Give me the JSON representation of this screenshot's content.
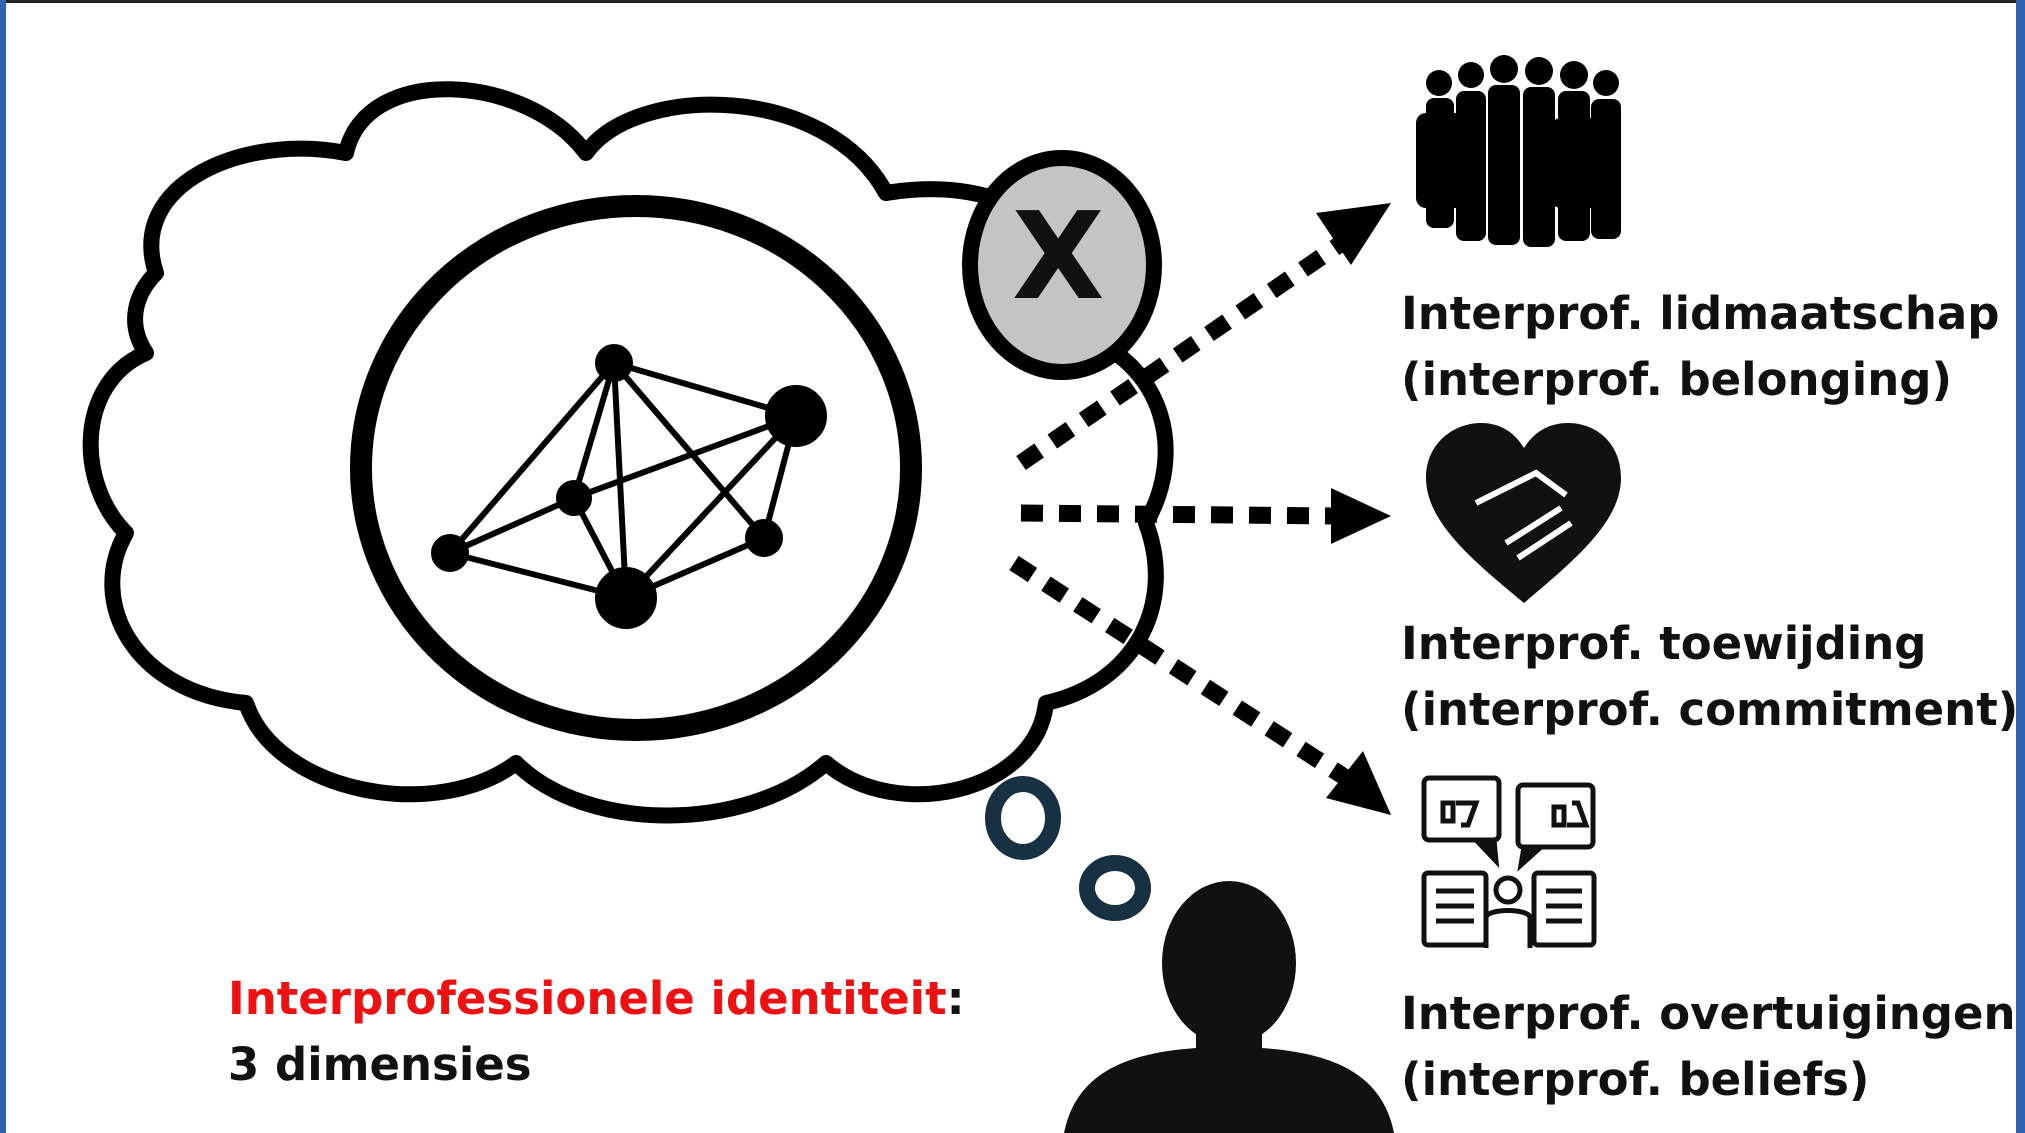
{
  "identity": {
    "title": "Interprofessionele identiteit",
    "colon": ":",
    "subtitle": "3 dimensies"
  },
  "dimensions": [
    {
      "label_nl": "Interprof. lidmaatschap",
      "label_en": "(interprof. belonging)",
      "icon": "group-of-people-icon"
    },
    {
      "label_nl": "Interprof. toewijding",
      "label_en": "(interprof. commitment)",
      "icon": "heart-handshake-icon"
    },
    {
      "label_nl": "Interprof. overtuigingen",
      "label_en": "(interprof. beliefs)",
      "icon": "opinions-feedback-icon"
    }
  ],
  "x_marker": "X",
  "colors": {
    "title_red": "#ee1111",
    "text": "#111111",
    "x_circle_fill": "#c4c4c4",
    "thought_bubbles": "#173042",
    "frame_blue": "#2f63b0"
  }
}
